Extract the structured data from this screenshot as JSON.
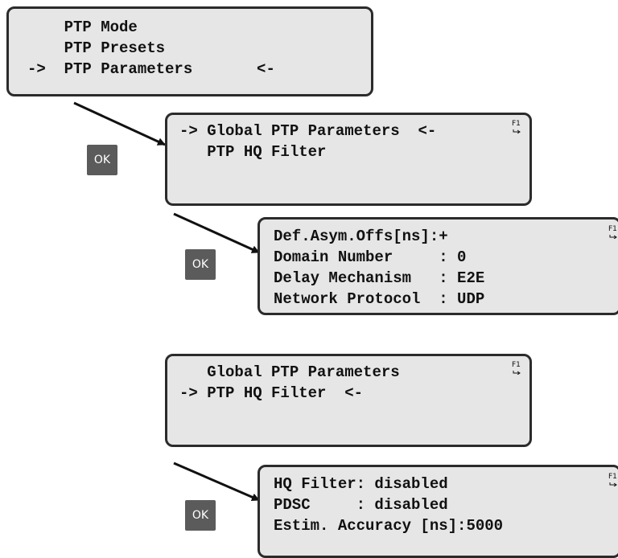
{
  "screen1": {
    "lines": [
      "    PTP Mode",
      "    PTP Presets",
      "->  PTP Parameters       <-"
    ]
  },
  "screen2": {
    "lines": [
      "-> Global PTP Parameters  <-",
      "   PTP HQ Filter"
    ],
    "fkey_label": "F1"
  },
  "screen3": {
    "lines": [
      "Def.Asym.Offs[ns]:+",
      "Domain Number     : 0",
      "Delay Mechanism   : E2E",
      "Network Protocol  : UDP"
    ],
    "fkey_label": "F1"
  },
  "screen4": {
    "lines": [
      "   Global PTP Parameters",
      "-> PTP HQ Filter  <-"
    ],
    "fkey_label": "F1"
  },
  "screen5": {
    "lines": [
      "HQ Filter: disabled",
      "PDSC     : disabled",
      "Estim. Accuracy [ns]:5000"
    ],
    "fkey_label": "F1"
  },
  "ok_label": "OK"
}
